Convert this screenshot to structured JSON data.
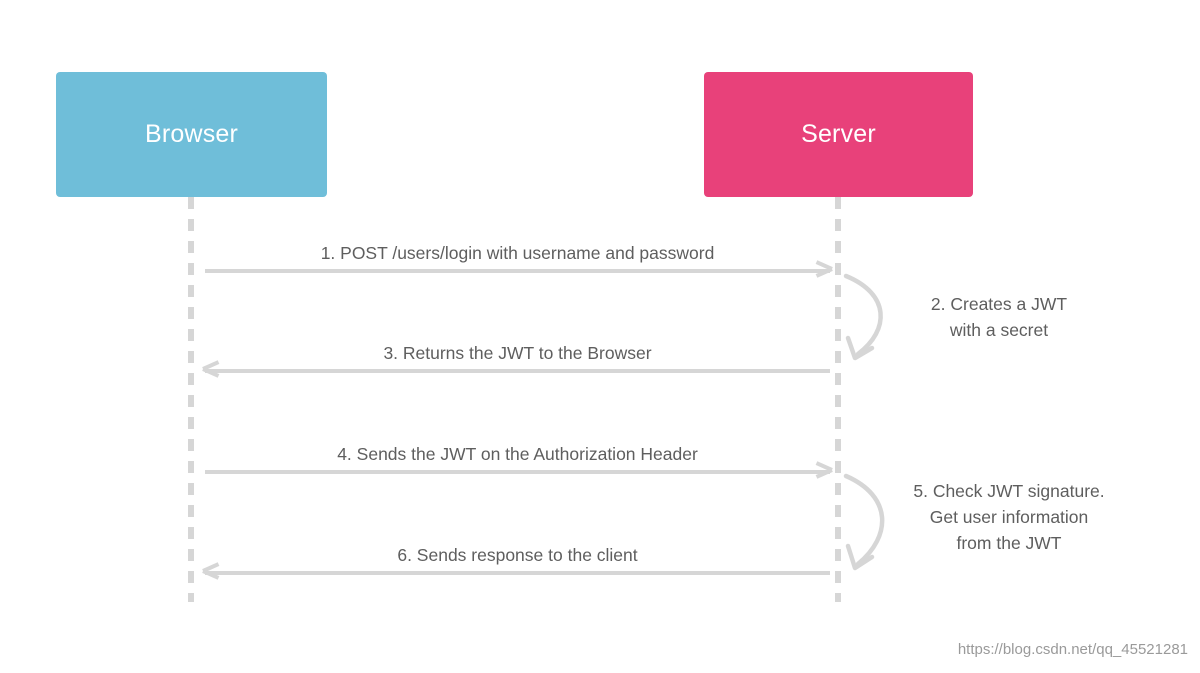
{
  "diagram": {
    "title": "JWT authentication sequence diagram",
    "background_color": "#ffffff",
    "actors": [
      {
        "id": "browser",
        "label": "Browser",
        "color": "#6fbed9",
        "text_color": "#ffffff"
      },
      {
        "id": "server",
        "label": "Server",
        "color": "#e8417a",
        "text_color": "#ffffff"
      }
    ],
    "line_color": "#d6d6d6",
    "text_color": "#5e5e5e",
    "messages": [
      {
        "number": "1",
        "label": "1. POST /users/login with username and password",
        "from": "browser",
        "to": "server",
        "direction": "right",
        "type": "call"
      },
      {
        "number": "2",
        "label_lines": [
          "2. Creates a JWT",
          "with a secret"
        ],
        "from": "server",
        "to": "server",
        "direction": "self",
        "type": "self"
      },
      {
        "number": "3",
        "label": "3. Returns the JWT to the Browser",
        "from": "server",
        "to": "browser",
        "direction": "left",
        "type": "return"
      },
      {
        "number": "4",
        "label": "4. Sends the JWT on the Authorization Header",
        "from": "browser",
        "to": "server",
        "direction": "right",
        "type": "call"
      },
      {
        "number": "5",
        "label_lines": [
          "5. Check JWT signature.",
          "Get user information",
          "from the JWT"
        ],
        "from": "server",
        "to": "server",
        "direction": "self",
        "type": "self"
      },
      {
        "number": "6",
        "label": "6. Sends response to the client",
        "from": "server",
        "to": "browser",
        "direction": "left",
        "type": "return"
      }
    ]
  },
  "watermark": {
    "text": "https://blog.csdn.net/qq_45521281"
  }
}
